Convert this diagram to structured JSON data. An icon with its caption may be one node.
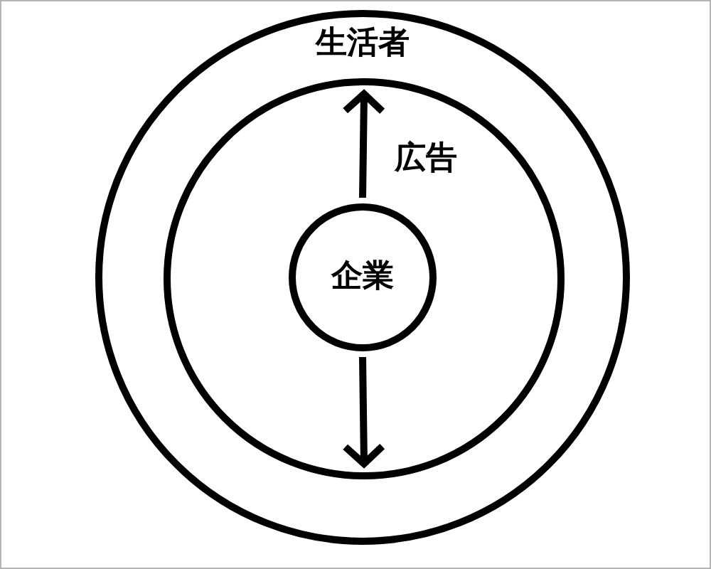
{
  "diagram": {
    "nodes": [
      {
        "text": [
          "生活者"
        ]
      },
      {
        "text": [],
        "shape": "circle",
        "in": 0
      },
      {
        "text": [
          "企業"
        ],
        "in": 1
      }
    ],
    "edges": [
      {
        "from": 2,
        "to": 1,
        "arrow": "to",
        "label": "広告"
      },
      {
        "from": 2,
        "to": 1,
        "arrow": "to"
      }
    ]
  }
}
